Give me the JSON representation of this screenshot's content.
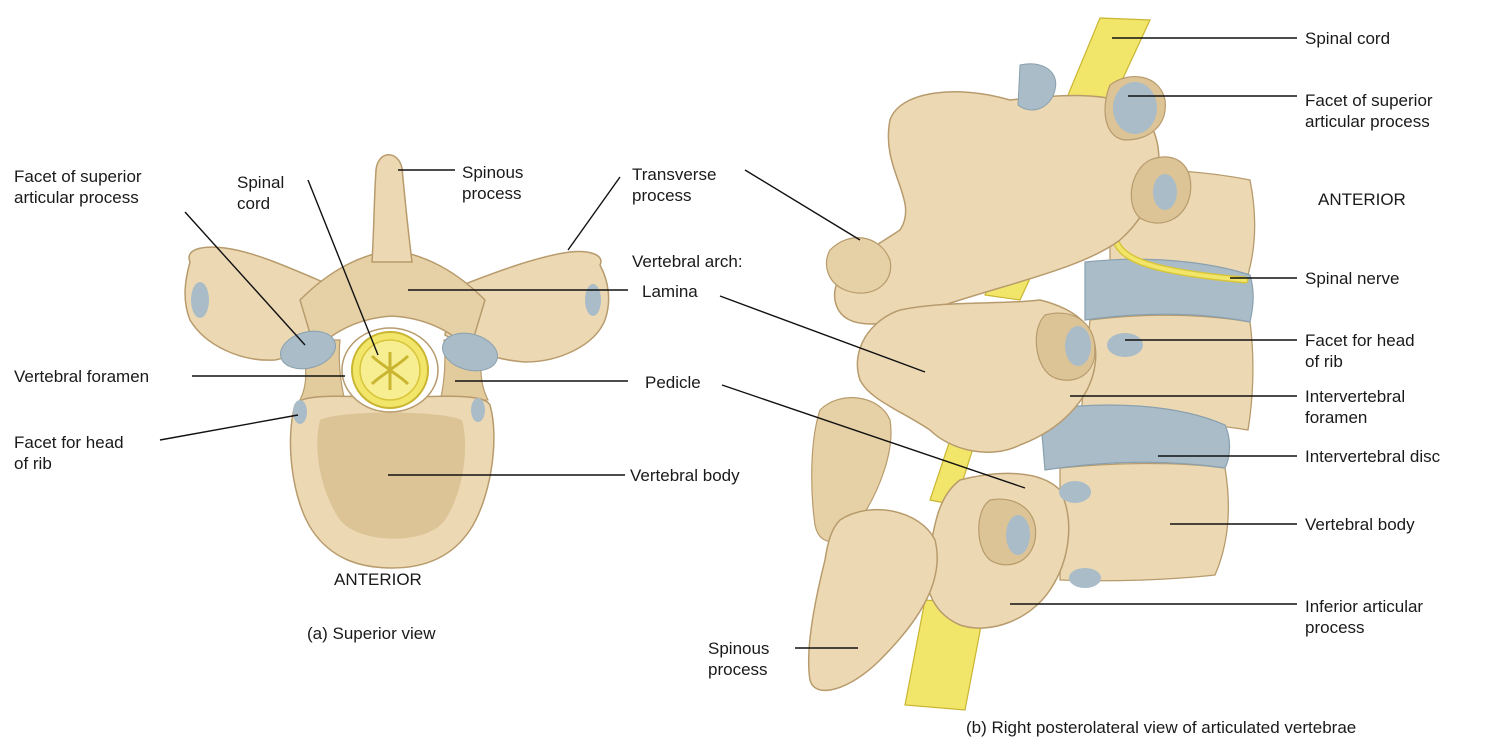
{
  "colors": {
    "bone": "#ecd9b4",
    "bone_shade": "#cfb68b",
    "bone_outline": "#b89b6c",
    "cartilage": "#a9bcc8",
    "cord": "#f2e66a",
    "cord_dark": "#d8c53a"
  },
  "view_a": {
    "caption": "(a) Superior view",
    "anterior": "ANTERIOR",
    "labels": {
      "facet_superior_articular": {
        "line1": "Facet of superior",
        "line2": "articular process"
      },
      "spinal_cord": {
        "line1": "Spinal",
        "line2": "cord"
      },
      "spinous_process": {
        "line1": "Spinous",
        "line2": "process"
      },
      "transverse_process": {
        "line1": "Transverse",
        "line2": "process"
      },
      "vertebral_arch": "Vertebral arch:",
      "lamina": "Lamina",
      "vertebral_foramen": "Vertebral foramen",
      "pedicle": "Pedicle",
      "facet_head_rib": {
        "line1": "Facet for head",
        "line2": "of rib"
      },
      "vertebral_body": "Vertebral body"
    }
  },
  "view_b": {
    "caption": "(b) Right posterolateral view of articulated vertebrae",
    "anterior": "ANTERIOR",
    "labels": {
      "spinal_cord": "Spinal cord",
      "facet_superior_articular": {
        "line1": "Facet of superior",
        "line2": "articular process"
      },
      "spinal_nerve": "Spinal nerve",
      "facet_head_rib": {
        "line1": "Facet for head",
        "line2": "of rib"
      },
      "intervertebral_foramen": {
        "line1": "Intervertebral",
        "line2": "foramen"
      },
      "intervertebral_disc": "Intervertebral disc",
      "vertebral_body": "Vertebral body",
      "inferior_articular": {
        "line1": "Inferior articular",
        "line2": "process"
      },
      "spinous_process": {
        "line1": "Spinous",
        "line2": "process"
      }
    }
  }
}
